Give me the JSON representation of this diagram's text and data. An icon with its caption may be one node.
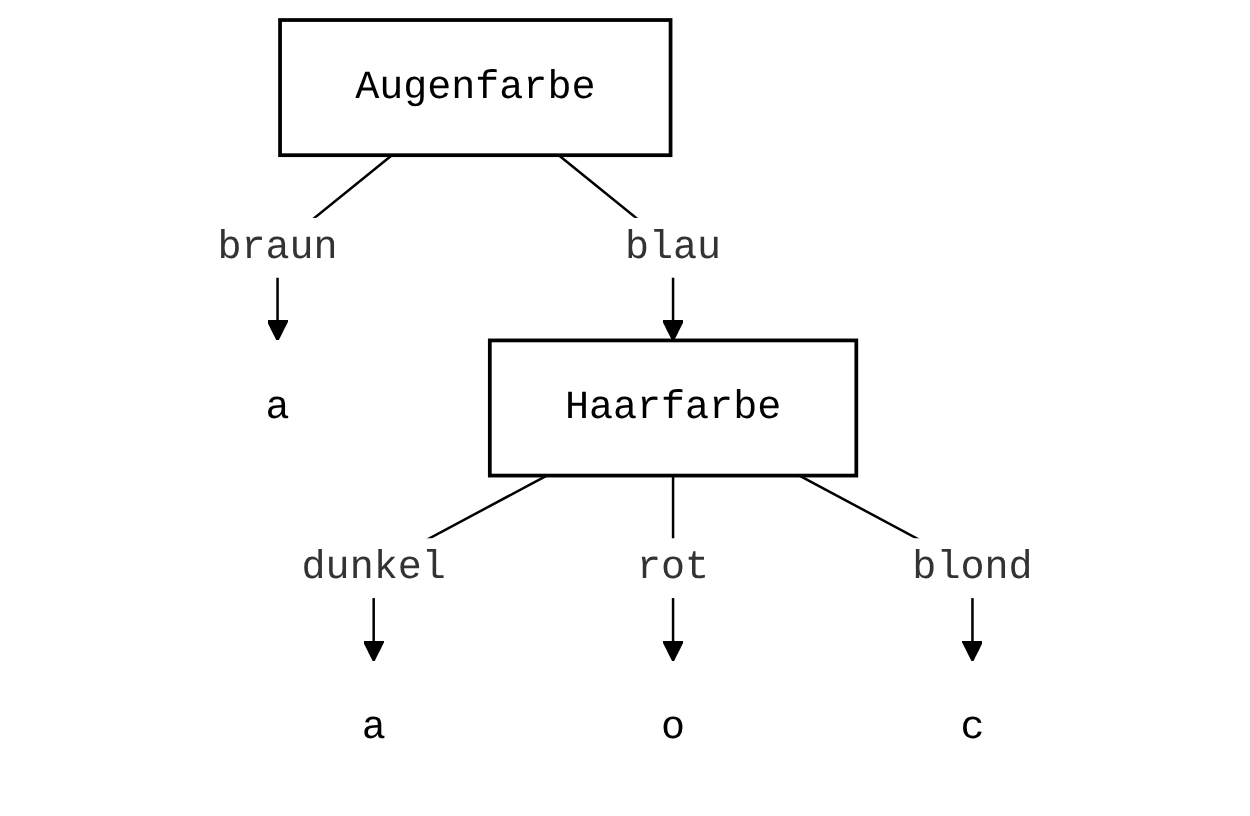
{
  "diagram": {
    "nodes": [
      {
        "text": [
          "Augenfarbe"
        ]
      },
      {
        "text": [
          "a"
        ]
      },
      {
        "text": [
          "Haarfarbe"
        ]
      },
      {
        "text": [
          "a"
        ]
      },
      {
        "text": [
          "o"
        ]
      },
      {
        "text": [
          "c"
        ]
      }
    ],
    "edges": [
      {
        "from": 0,
        "to": 1,
        "arrow": "to",
        "label": "braun"
      },
      {
        "from": 0,
        "to": 2,
        "arrow": "to",
        "label": "blau"
      },
      {
        "from": 2,
        "to": 3,
        "arrow": "to",
        "label": "dunkel"
      },
      {
        "from": 2,
        "to": 4,
        "arrow": "to",
        "label": "rot"
      },
      {
        "from": 2,
        "to": 5,
        "arrow": "to",
        "label": "blond"
      }
    ]
  }
}
